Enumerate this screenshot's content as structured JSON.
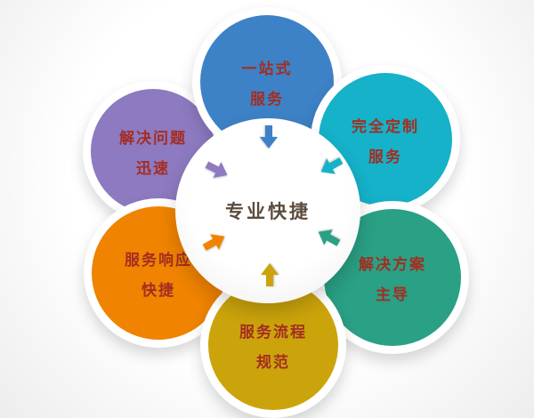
{
  "diagram": {
    "center": {
      "label": "专业快捷",
      "bg": "#ffffff",
      "text_color": "#5c4b3c"
    },
    "label_color": "#a42d22",
    "nodes": [
      {
        "position": "top",
        "line1": "一站式",
        "line2": "服务",
        "color": "#3d82c6"
      },
      {
        "position": "top-right",
        "line1": "完全定制",
        "line2": "服务",
        "color": "#15b2c9"
      },
      {
        "position": "bottom-right",
        "line1": "解决方案",
        "line2": "主导",
        "color": "#2aa084"
      },
      {
        "position": "bottom",
        "line1": "服务流程",
        "line2": "规范",
        "color": "#cba40b"
      },
      {
        "position": "bottom-left",
        "line1": "服务响应",
        "line2": "快捷",
        "color": "#f08300"
      },
      {
        "position": "top-left",
        "line1": "解决问题",
        "line2": "迅速",
        "color": "#8d7ac1"
      }
    ]
  }
}
